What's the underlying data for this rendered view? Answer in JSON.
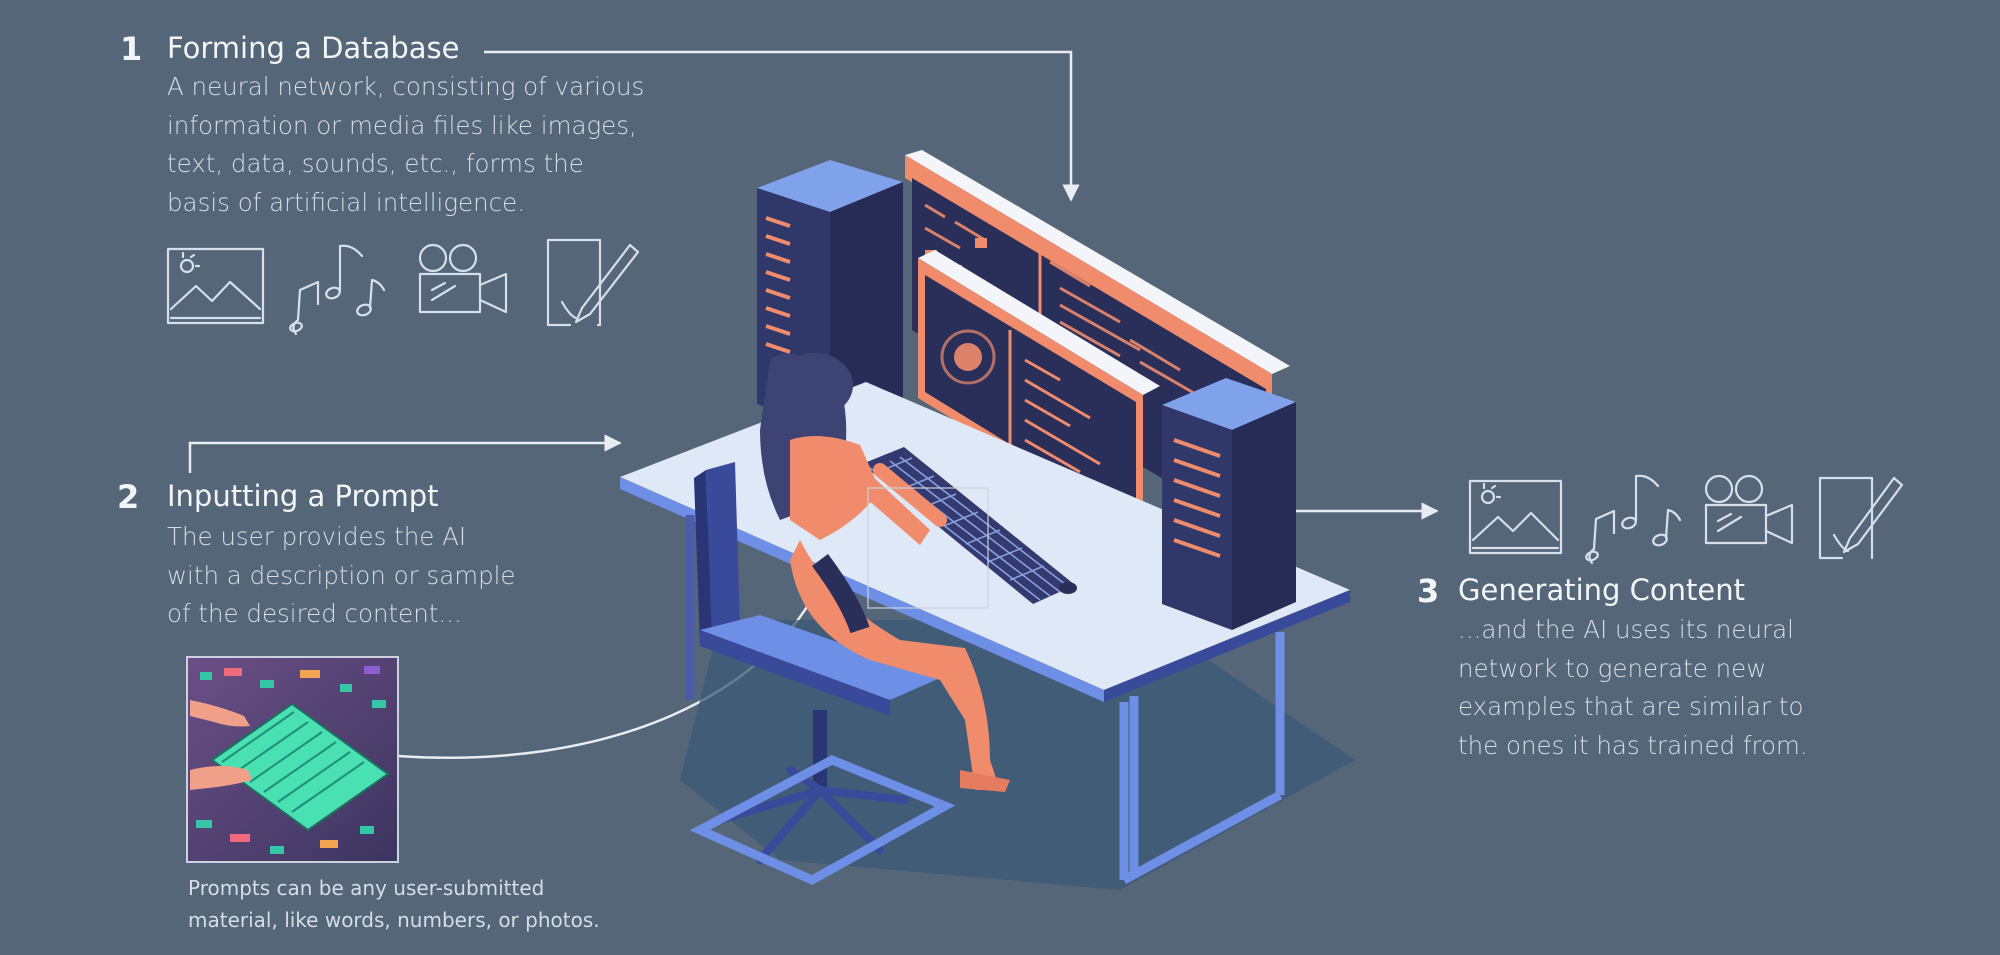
{
  "colors": {
    "background": "#556679",
    "text": "#dfe5ec",
    "line": "#e8edf2",
    "accent_coral": "#f08b6c",
    "accent_blue": "#6e8fe6",
    "desk_top": "#dfe8f6",
    "dark_navy": "#2a2f5a"
  },
  "steps": [
    {
      "number": "1",
      "title": "Forming a Database",
      "lines": [
        "A neural network, consisting of various",
        "information or media files like images,",
        "text, data, sounds, etc., forms the",
        "basis of artificial intelligence."
      ],
      "icons": [
        "image-icon",
        "music-notes-icon",
        "video-camera-icon",
        "document-pencil-icon"
      ]
    },
    {
      "number": "2",
      "title": "Inputting a Prompt",
      "lines": [
        "The user provides the AI",
        "with a description or sample",
        "of the desired content..."
      ],
      "caption": [
        "Prompts can be any user-submitted",
        "material, like words, numbers, or photos."
      ]
    },
    {
      "number": "3",
      "title": "Generating Content",
      "lines": [
        "...and the AI uses its neural",
        "network to generate new",
        "examples that are similar to",
        "the ones it has trained from."
      ],
      "icons": [
        "image-icon",
        "music-notes-icon",
        "video-camera-icon",
        "document-pencil-icon"
      ]
    }
  ]
}
